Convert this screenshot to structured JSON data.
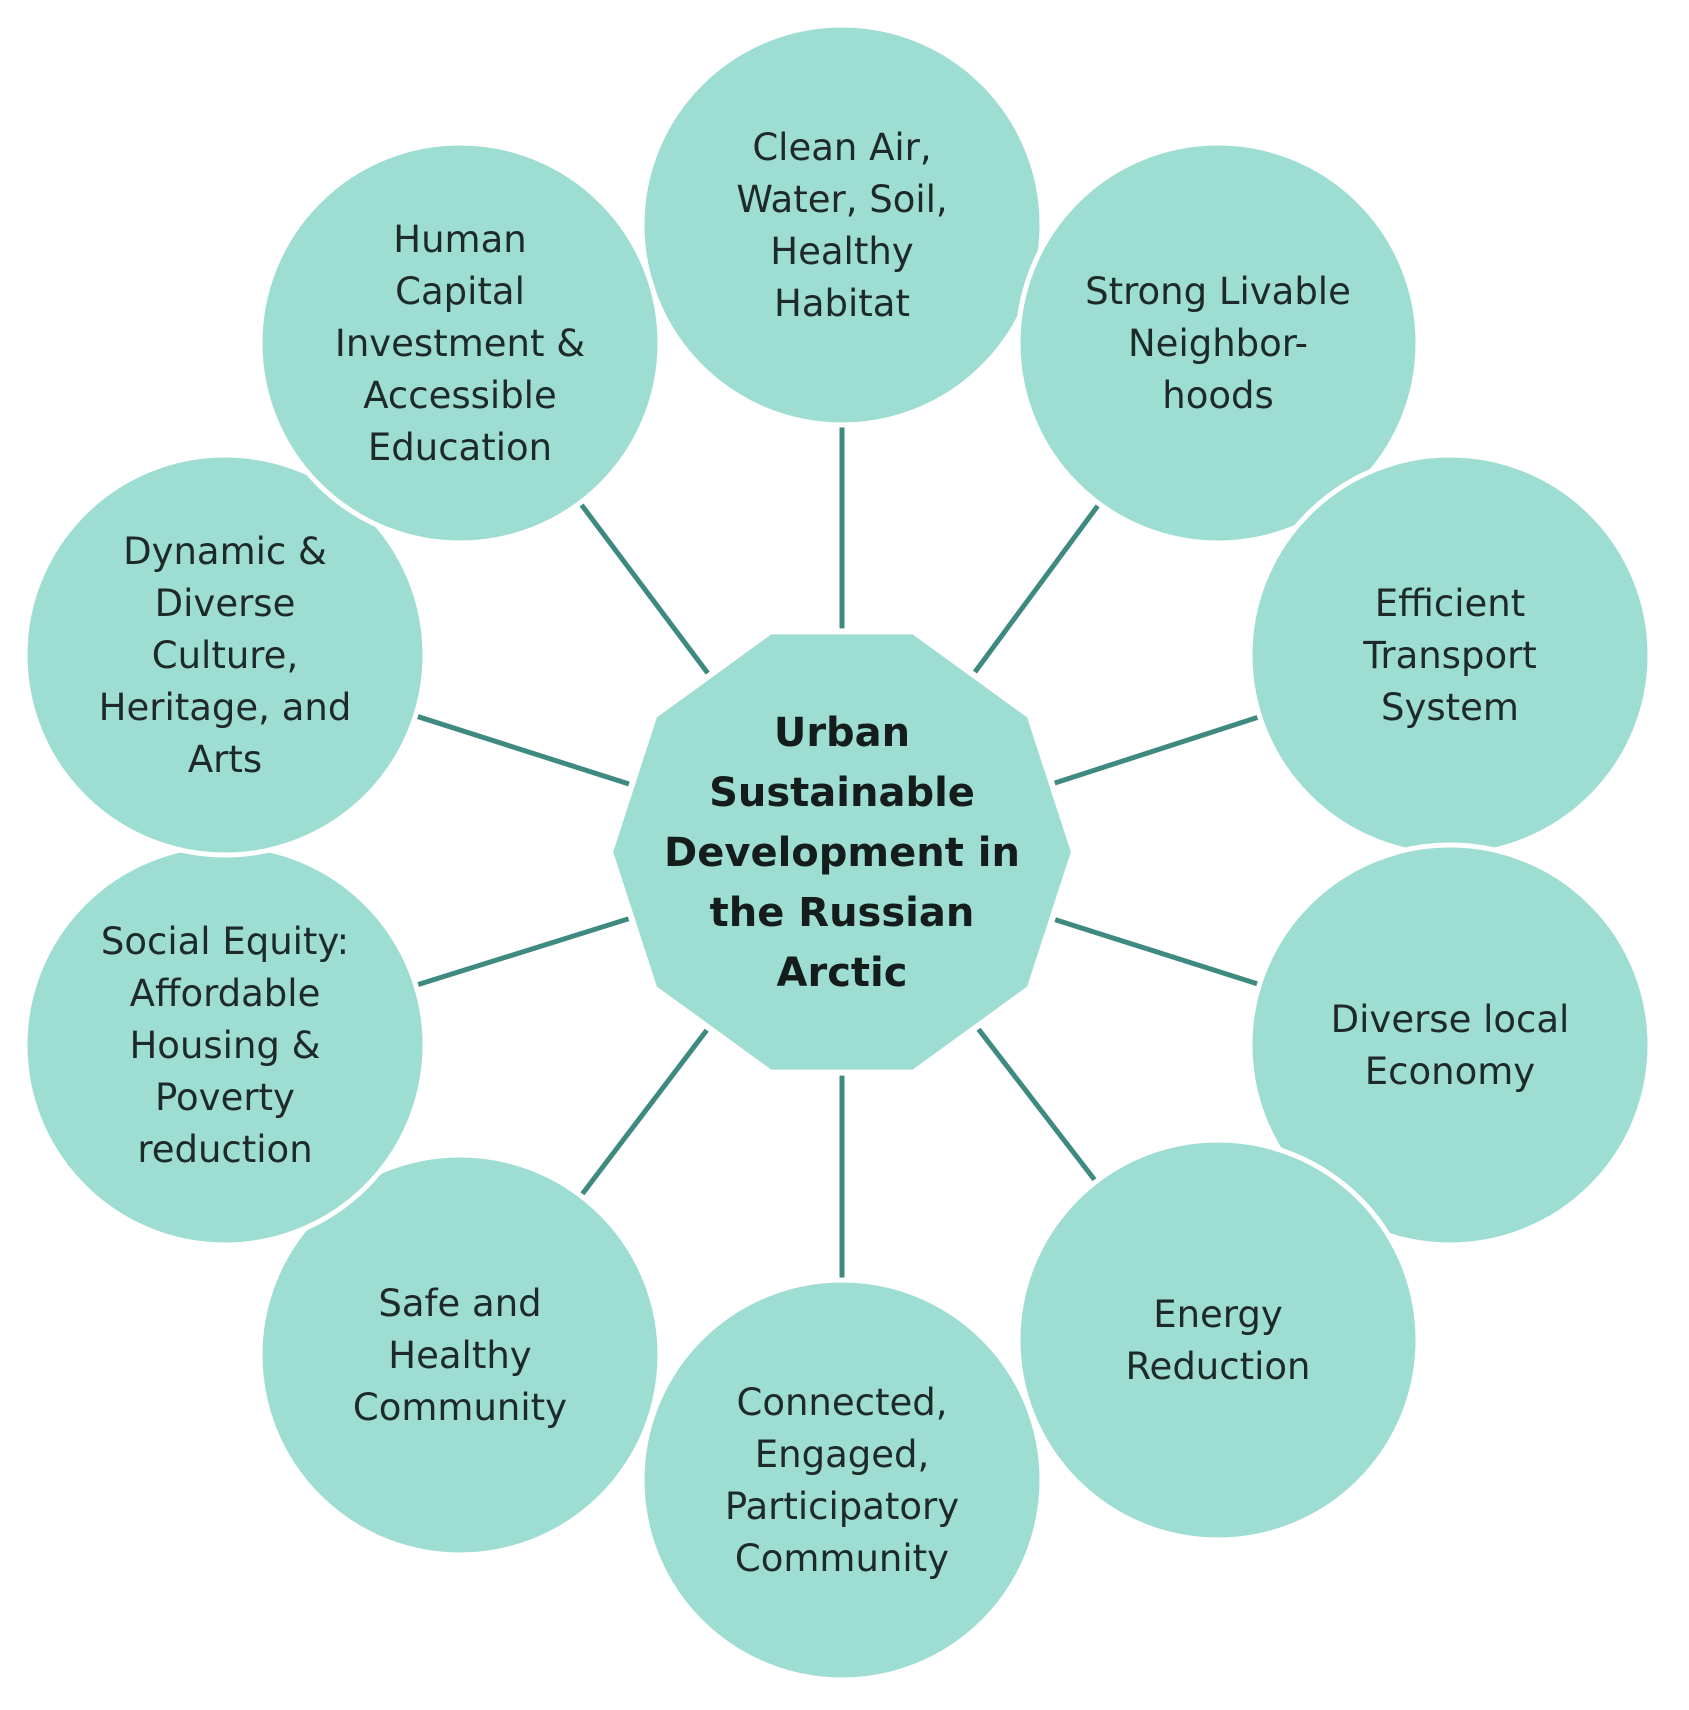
{
  "center": {
    "lines": [
      "Urban",
      "Sustainable",
      "Development in",
      "the Russian",
      "Arctic"
    ]
  },
  "nodes": [
    {
      "id": "clean-air",
      "lines": [
        "Clean Air,",
        "Water, Soil,",
        "Healthy",
        "Habitat"
      ]
    },
    {
      "id": "livable-neighborhoods",
      "lines": [
        "Strong Livable",
        "Neighbor-",
        "hoods"
      ]
    },
    {
      "id": "transport",
      "lines": [
        "Efficient",
        "Transport",
        "System"
      ]
    },
    {
      "id": "local-economy",
      "lines": [
        "Diverse local",
        "Economy"
      ]
    },
    {
      "id": "energy",
      "lines": [
        "Energy",
        "Reduction"
      ]
    },
    {
      "id": "participatory-community",
      "lines": [
        "Connected,",
        "Engaged,",
        "Participatory",
        "Community"
      ]
    },
    {
      "id": "safe-community",
      "lines": [
        "Safe and",
        "Healthy",
        "Community"
      ]
    },
    {
      "id": "social-equity",
      "lines": [
        "Social Equity:",
        "Affordable",
        "Housing &",
        "Poverty",
        "reduction"
      ]
    },
    {
      "id": "culture",
      "lines": [
        "Dynamic &",
        "Diverse",
        "Culture,",
        "Heritage, and",
        "Arts"
      ]
    },
    {
      "id": "human-capital",
      "lines": [
        "Human",
        "Capital",
        "Investment &",
        "Accessible",
        "Education"
      ]
    }
  ],
  "colors": {
    "node_fill": "#9dddd2",
    "connector": "#3f8a80",
    "text": "#1e2a28"
  }
}
